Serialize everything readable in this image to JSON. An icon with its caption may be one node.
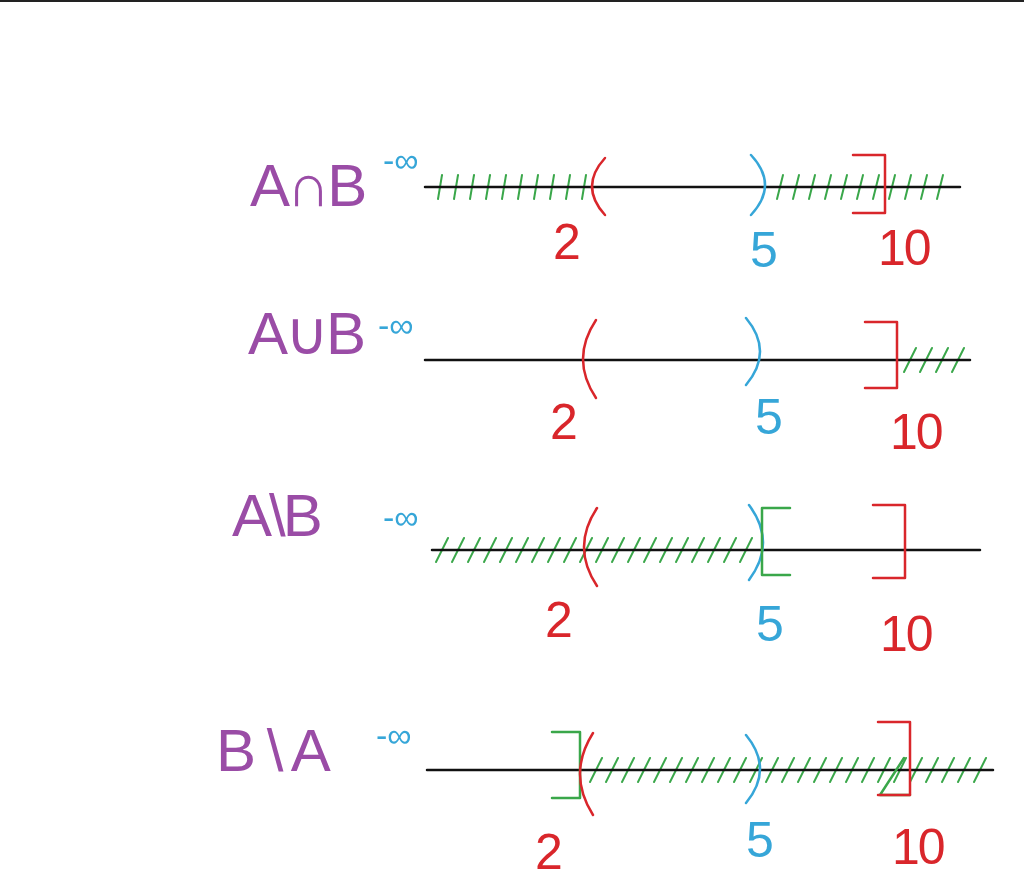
{
  "diagram": {
    "labels": [
      "A∩B",
      "-∞",
      "2",
      "5",
      "10",
      "A∪B",
      "-∞",
      "2",
      "5",
      "10",
      "A\\B",
      "-∞",
      "2",
      "5",
      "10",
      "B \\ A",
      "-∞",
      "2",
      "5",
      "10"
    ]
  }
}
